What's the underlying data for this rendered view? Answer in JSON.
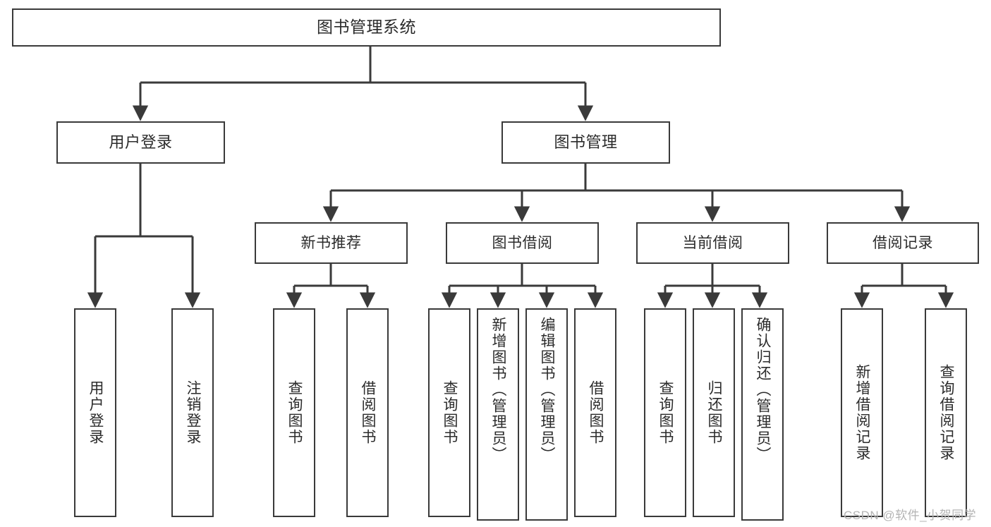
{
  "diagram": {
    "type": "hierarchy-tree",
    "title": "图书管理系统",
    "root": {
      "label": "图书管理系统"
    },
    "level1": [
      {
        "label": "用户登录"
      },
      {
        "label": "图书管理"
      }
    ],
    "level2": [
      {
        "label": "新书推荐"
      },
      {
        "label": "图书借阅"
      },
      {
        "label": "当前借阅"
      },
      {
        "label": "借阅记录"
      }
    ],
    "leaves": [
      {
        "label": "用户登录"
      },
      {
        "label": "注销登录"
      },
      {
        "label": "查询图书"
      },
      {
        "label": "借阅图书"
      },
      {
        "label": "查询图书"
      },
      {
        "label": "新增图书（管理员）"
      },
      {
        "label": "编辑图书（管理员）"
      },
      {
        "label": "借阅图书"
      },
      {
        "label": "查询图书"
      },
      {
        "label": "归还图书"
      },
      {
        "label": "确认归还（管理员）"
      },
      {
        "label": "新增借阅记录"
      },
      {
        "label": "查询借阅记录"
      }
    ]
  },
  "watermark": {
    "text": "CSDN @软件_小贺同学"
  },
  "colors": {
    "stroke": "#3a3a3a",
    "text": "#2b2b2b",
    "background": "#ffffff",
    "watermark": "#b4b4b4"
  }
}
